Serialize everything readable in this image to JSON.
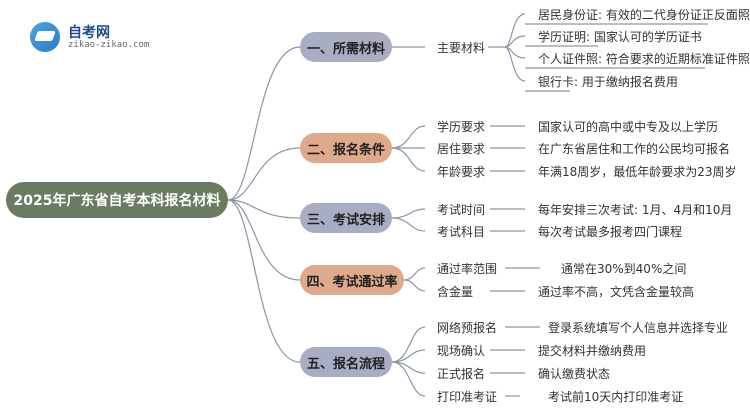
{
  "logo": {
    "title": "自考网",
    "subtitle": "zikao-zikao.com"
  },
  "root": "2025年广东省自考本科报名材料",
  "sections": [
    {
      "title": "一、所需材料",
      "items": [
        {
          "label": "主要材料",
          "details": [
            "居民身份证: 有效的二代身份证正反面照片",
            "学历证明: 国家认可的学历证书",
            "个人证件照: 符合要求的近期标准证件照",
            "银行卡: 用于缴纳报名费用"
          ]
        }
      ]
    },
    {
      "title": "二、报名条件",
      "items": [
        {
          "label": "学历要求",
          "details": [
            "国家认可的高中或中专及以上学历"
          ]
        },
        {
          "label": "居住要求",
          "details": [
            "在广东省居住和工作的公民均可报名"
          ]
        },
        {
          "label": "年龄要求",
          "details": [
            "年满18周岁，最低年龄要求为23周岁"
          ]
        }
      ]
    },
    {
      "title": "三、考试安排",
      "items": [
        {
          "label": "考试时间",
          "details": [
            "每年安排三次考试: 1月、4月和10月"
          ]
        },
        {
          "label": "考试科目",
          "details": [
            "每次考试最多报考四门课程"
          ]
        }
      ]
    },
    {
      "title": "四、考试通过率",
      "items": [
        {
          "label": "通过率范围",
          "details": [
            "通常在30%到40%之间"
          ]
        },
        {
          "label": "含金量",
          "details": [
            "通过率不高，文凭含金量较高"
          ]
        }
      ]
    },
    {
      "title": "五、报名流程",
      "items": [
        {
          "label": "网络预报名",
          "details": [
            "登录系统填写个人信息并选择专业"
          ]
        },
        {
          "label": "现场确认",
          "details": [
            "提交材料并缴纳费用"
          ]
        },
        {
          "label": "正式报名",
          "details": [
            "确认缴费状态"
          ]
        },
        {
          "label": "打印准考证",
          "details": [
            "考试前10天内打印准考证"
          ]
        }
      ]
    }
  ]
}
